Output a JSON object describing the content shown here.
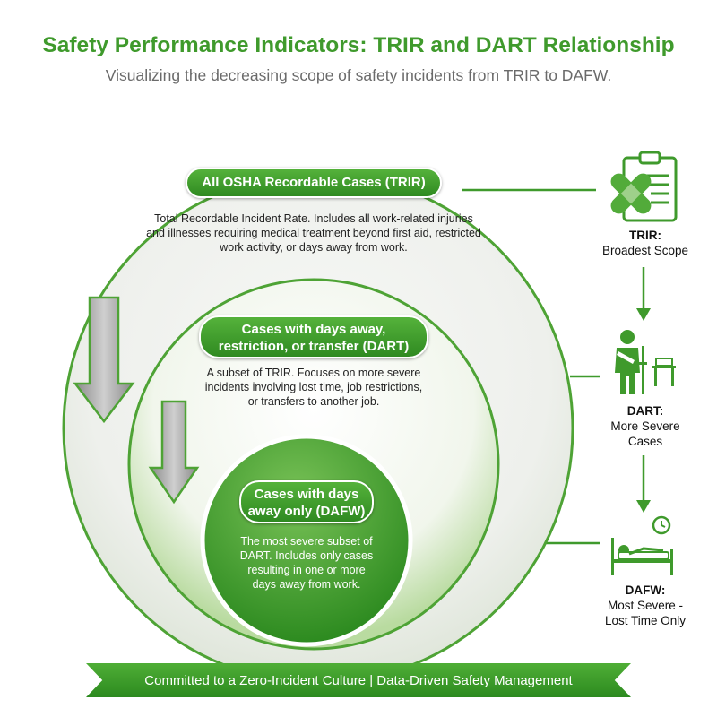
{
  "header": {
    "title": "Safety Performance Indicators: TRIR and DART Relationship",
    "subtitle": "Visualizing the decreasing scope of safety incidents from TRIR to DAFW."
  },
  "circles": [
    {
      "label": "All OSHA Recordable Cases (TRIR)",
      "description": "Total Recordable Incident Rate. Includes all work-related injuries and illnesses requiring medical treatment beyond first aid, restricted work activity, or days away from work."
    },
    {
      "label_line1": "Cases with days away,",
      "label_line2": "restriction, or transfer (DART)",
      "description": "A subset of TRIR. Focuses on more severe incidents involving lost time, job restrictions, or transfers to another job."
    },
    {
      "label_line1": "Cases with days",
      "label_line2": "away only (DAFW)",
      "description": "The most severe subset of DART. Includes only cases resulting in one or more days away from work."
    }
  ],
  "sidebar": [
    {
      "name": "TRIR:",
      "line1": "Broadest Scope",
      "line2": "",
      "icon": "clipboard-bandage-icon"
    },
    {
      "name": "DART:",
      "line1": "More Severe",
      "line2": "Cases",
      "icon": "injured-worker-icon"
    },
    {
      "name": "DAFW:",
      "line1": "Most Severe -",
      "line2": "Lost Time Only",
      "icon": "hospital-bed-icon"
    }
  ],
  "footer": {
    "banner": "Committed to a Zero-Incident Culture | Data-Driven Safety Management"
  },
  "colors": {
    "primary_green": "#3f9a2c",
    "dark_green": "#2c8a1f",
    "light_fill": "#eef3ea"
  }
}
